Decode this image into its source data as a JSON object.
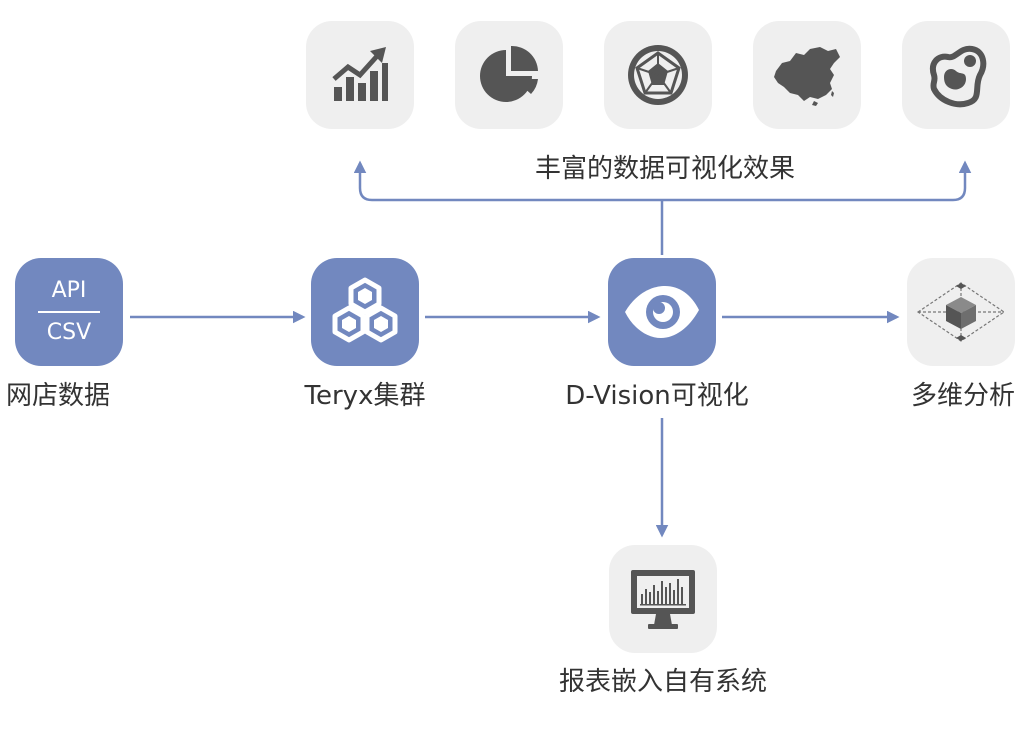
{
  "colors": {
    "accent": "#7288bf",
    "tile_gray": "#efefef",
    "icon_gray": "#555555",
    "text": "#333333"
  },
  "nodes": {
    "source": {
      "top_text": "API",
      "bottom_text": "CSV",
      "label": "网店数据"
    },
    "cluster": {
      "label": "Teryx集群",
      "icon": "hexagon-cluster-icon"
    },
    "vision": {
      "label": "D-Vision可视化",
      "icon": "eye-icon"
    },
    "analysis": {
      "label": "多维分析",
      "icon": "cube-icon"
    },
    "embed": {
      "label": "报表嵌入自有系统",
      "icon": "monitor-chart-icon"
    }
  },
  "visualizations": {
    "label": "丰富的数据可视化效果",
    "icons": [
      "bar-chart-icon",
      "pie-chart-icon",
      "radar-chart-icon",
      "china-map-icon",
      "heatmap-icon"
    ]
  }
}
